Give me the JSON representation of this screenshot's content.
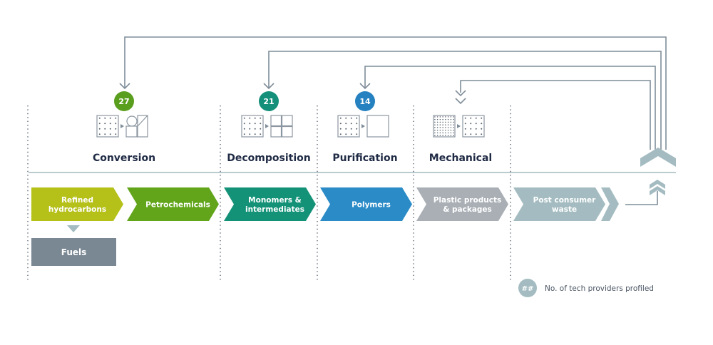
{
  "stages": [
    {
      "id": "conversion",
      "title": "Conversion",
      "count": "27",
      "badge_color": "#5a9e1e"
    },
    {
      "id": "decomposition",
      "title": "Decomposition",
      "count": "21",
      "badge_color": "#14907a"
    },
    {
      "id": "purification",
      "title": "Purification",
      "count": "14",
      "badge_color": "#2581bf"
    },
    {
      "id": "mechanical",
      "title": "Mechanical",
      "count": null,
      "badge_color": null
    }
  ],
  "flow": [
    {
      "lines": [
        "Refined",
        "hydrocarbons"
      ],
      "color": "#b5c019"
    },
    {
      "lines": [
        "Petrochemicals"
      ],
      "color": "#62a51b"
    },
    {
      "lines": [
        "Monomers &",
        "intermediates"
      ],
      "color": "#149278"
    },
    {
      "lines": [
        "Polymers"
      ],
      "color": "#2a8bc7"
    },
    {
      "lines": [
        "Plastic products",
        "& packages"
      ],
      "color": "#a9afb5"
    },
    {
      "lines": [
        "Post consumer",
        "waste"
      ],
      "color": "#a4bcc1"
    }
  ],
  "fuels": {
    "label": "Fuels",
    "color": "#7a8893"
  },
  "legend": {
    "badge": "##",
    "label": "No. of tech providers profiled",
    "color": "#a4bcc1"
  },
  "colors": {
    "connector": "#7f8d99",
    "divider": "#a4bcc1",
    "dots": "#5a6470",
    "icon": "#8b96a0"
  }
}
